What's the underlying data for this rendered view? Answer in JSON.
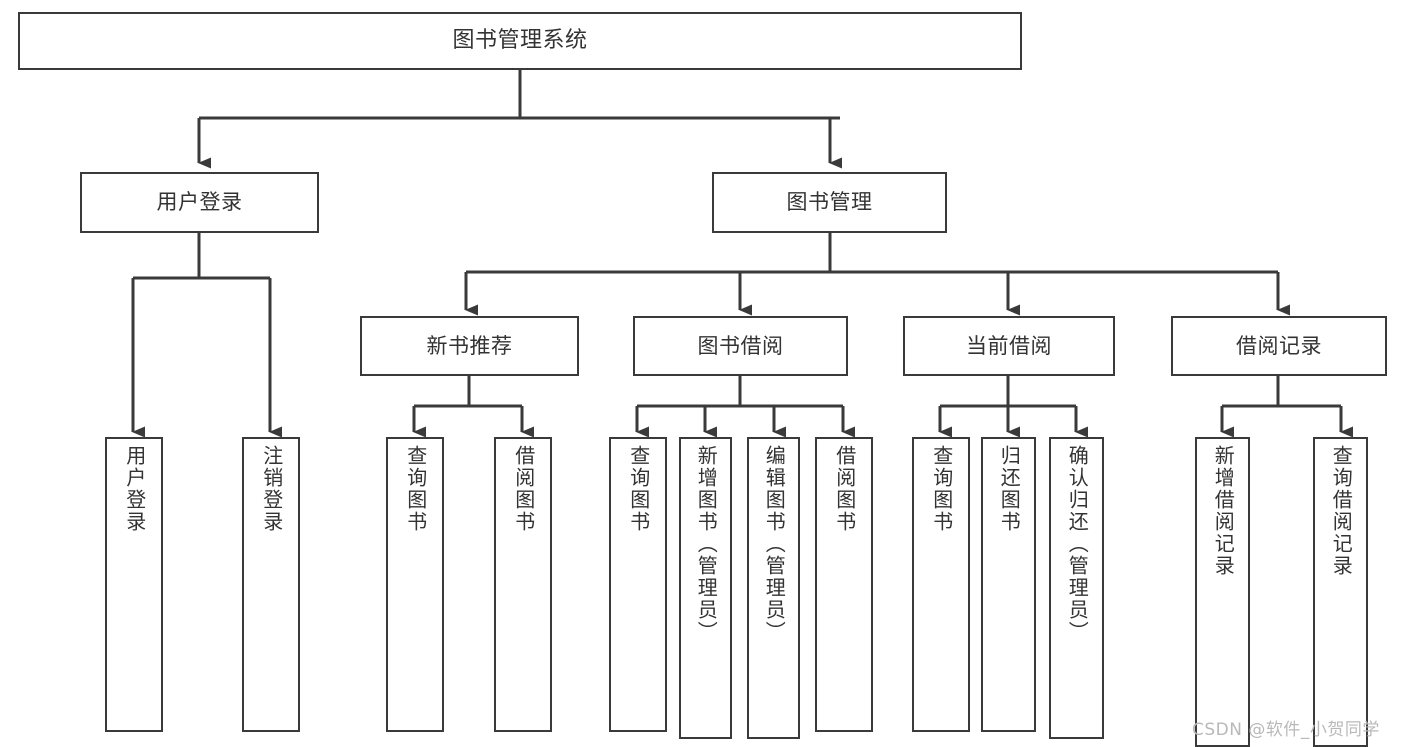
{
  "diagram": {
    "title": "图书管理系统",
    "type": "tree-hierarchy",
    "watermark": "CSDN @软件_小贺同学",
    "colors": {
      "border": "#3a3a3a",
      "text": "#333333",
      "background": "#ffffff",
      "wire": "#3a3a3a",
      "watermark": "#b9b9b9"
    },
    "nodes": {
      "root": {
        "label": "图书管理系统"
      },
      "level1": [
        {
          "label": "用户登录"
        },
        {
          "label": "图书管理"
        }
      ],
      "level2": [
        {
          "label": "新书推荐"
        },
        {
          "label": "图书借阅"
        },
        {
          "label": "当前借阅"
        },
        {
          "label": "借阅记录"
        }
      ],
      "leaves_user_login": [
        {
          "label": "用户登录"
        },
        {
          "label": "注销登录"
        }
      ],
      "leaves_new_book": [
        {
          "label": "查询图书"
        },
        {
          "label": "借阅图书"
        }
      ],
      "leaves_borrow": [
        {
          "label": "查询图书"
        },
        {
          "label": "新增图书（管理员）"
        },
        {
          "label": "编辑图书（管理员）"
        },
        {
          "label": "借阅图书"
        }
      ],
      "leaves_current": [
        {
          "label": "查询图书"
        },
        {
          "label": "归还图书"
        },
        {
          "label": "确认归还（管理员）"
        }
      ],
      "leaves_record": [
        {
          "label": "新增借阅记录"
        },
        {
          "label": "查询借阅记录"
        }
      ]
    }
  }
}
